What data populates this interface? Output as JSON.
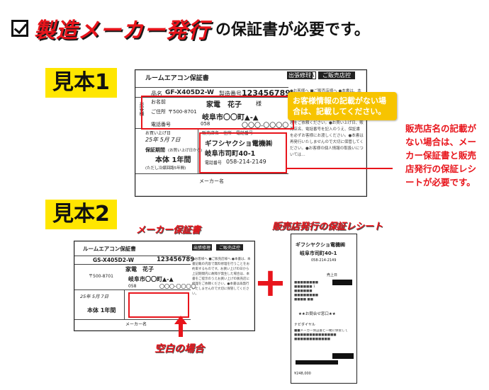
{
  "header": {
    "red_text": "製造メーカー発行",
    "black_text": "の保証書が必要です。"
  },
  "sample1": {
    "label": "見本1",
    "card": {
      "title": "ルームエアコン保証書",
      "hinmei_label": "品名",
      "model": "GF-X405D2-W",
      "serial_label": "製造番号",
      "serial": "123456789",
      "customer_side": "お客様",
      "name_label": "お名前",
      "name": "家電　花子",
      "sama": "様",
      "address_label": "ご住所",
      "postal": "〒500-8701",
      "address": "岐阜市〇〇町▲-▲",
      "phone_label": "電話番号",
      "phone_prefix": "058",
      "phone_rest": "〇〇〇-〇〇〇〇",
      "purchase_label": "お買い上げ日",
      "purchase_date": "25年 5月 7日",
      "warranty_label": "保証期間",
      "warranty_sub": "(お買い上げ日から)",
      "warranty_value": "本体 1年間",
      "warranty_note": "(ただし冷媒回路5年間)",
      "shop_name": "ギフシヤクショ電機㈱",
      "shop_address": "岐阜市司町40-1",
      "shop_phone_label": "電話番号",
      "shop_phone": "058-214-2149",
      "shop_section_label": "販売店名・住所・電話番号",
      "maker_label": "メーカー名",
      "top_right_1": "出張修理",
      "top_right_2": "A",
      "top_right_3": "ご販売店控",
      "callout": "お客様情報の記載がない場合は、記載してください。"
    },
    "side_note": "販売店名の記載がない場合は、メーカー保証書と販売店発行の保証レシートが必要です。"
  },
  "sample2": {
    "label": "見本2",
    "card_caption": "メーカー保証書",
    "receipt_caption": "販売店発行の保証レシート",
    "blank_caption": "空白の場合",
    "plus": "+",
    "card": {
      "title": "ルームエアコン保証書",
      "model": "GS-X405D2-W",
      "serial": "123456789",
      "name": "家電　花子",
      "postal": "〒500-8701",
      "address": "岐阜市〇〇町▲-▲",
      "phone_prefix": "058",
      "phone_rest": "〇〇〇-〇〇〇〇",
      "purchase_date": "25年 5月 7日",
      "warranty_value": "本体 1年間",
      "maker_label": "メーカー名",
      "top_right_1": "出張修理",
      "top_right_3": "ご販売店控"
    },
    "receipt": {
      "shop_name": "ギフシヤクショ電機㈱",
      "shop_address": "岐阜市司町40-1",
      "phone": "058-214-2149",
      "line1": "売上日",
      "line2": "★★お問合せ窓口★★",
      "line3": "ナビダイヤル",
      "amount": "¥248,000"
    }
  }
}
